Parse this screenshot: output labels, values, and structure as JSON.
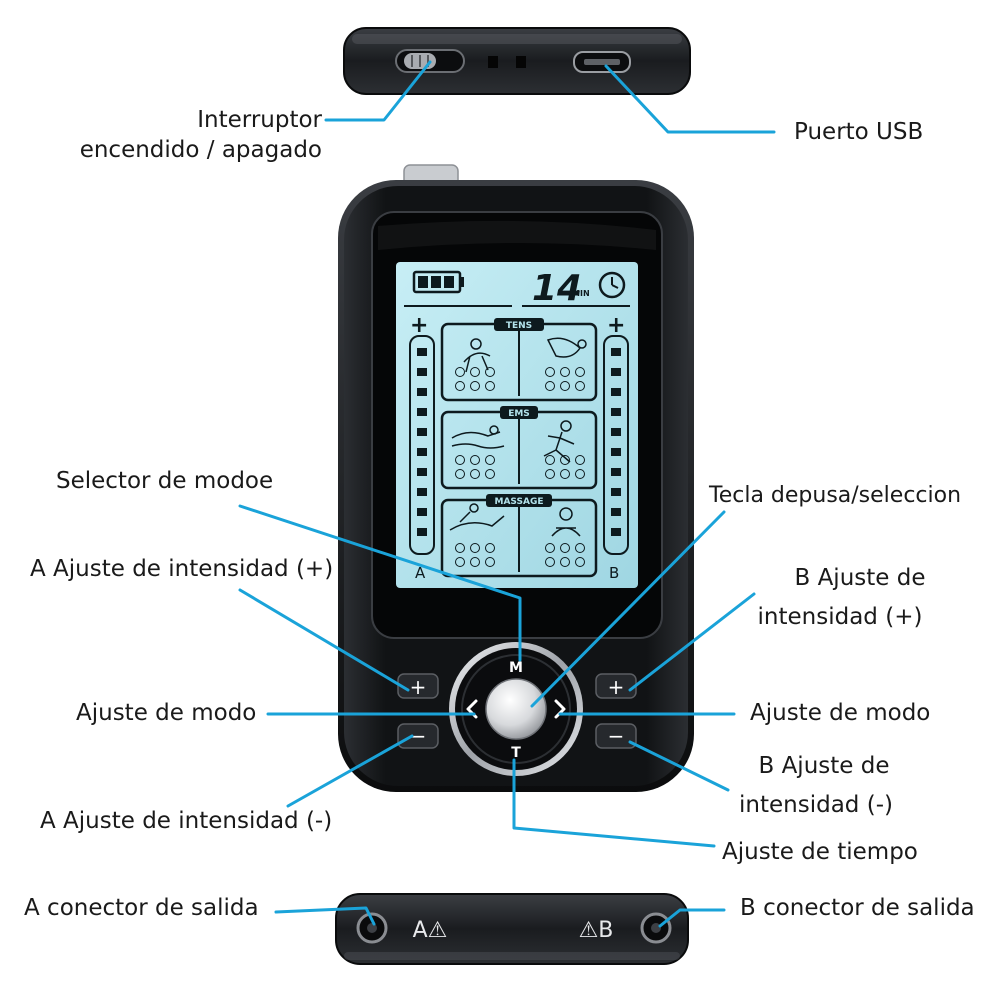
{
  "labels": {
    "power_switch_l1": "Interruptor",
    "power_switch_l2": "encendido / apagado",
    "usb_port": "Puerto USB",
    "mode_selector": "Selector de modoe",
    "pause_key": "Tecla depusa/seleccion",
    "a_intensity_plus": "A Ajuste de intensidad (+)",
    "b_intensity_plus_l1": "B Ajuste de",
    "b_intensity_plus_l2": "intensidad (+)",
    "mode_adjust_left": "Ajuste de modo",
    "mode_adjust_right": "Ajuste de modo",
    "b_intensity_minus_l1": "B Ajuste de",
    "b_intensity_minus_l2": "intensidad (-)",
    "a_intensity_minus": "A Ajuste de intensidad (-)",
    "time_adjust": "Ajuste de tiempo",
    "a_output": "A conector de salida",
    "b_output": "B conector de salida"
  },
  "lcd": {
    "timer_value": "14",
    "timer_unit": "MIN",
    "section_tens": "TENS",
    "section_ems": "EMS",
    "section_massage": "MASSAGE",
    "channel_a": "A",
    "channel_b": "B",
    "plus_sign": "+"
  },
  "buttons": {
    "m": "M",
    "t": "T",
    "plus": "+",
    "minus": "−"
  },
  "ports": {
    "a": "A⚠",
    "b": "⚠B"
  },
  "colors": {
    "callout": "#1aa3d9",
    "lcd": "#b3e3ec",
    "device": "#16181b"
  }
}
